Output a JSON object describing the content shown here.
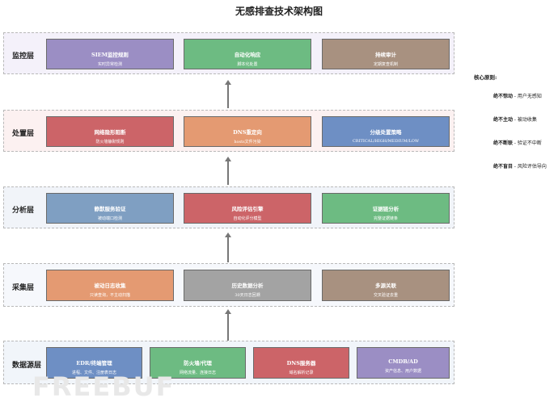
{
  "title": "无感排查技术架构图",
  "layers": [
    {
      "label": "监控层",
      "boxes": [
        {
          "title": "SIEM监控规则",
          "subtitle": "实时异常检测",
          "color": "#9b8ec4"
        },
        {
          "title": "自动化响应",
          "subtitle": "脚本化处置",
          "color": "#6dbb82"
        },
        {
          "title": "持续审计",
          "subtitle": "定期复查机制",
          "color": "#a89180"
        }
      ]
    },
    {
      "label": "处置层",
      "boxes": [
        {
          "title": "网络隐形阻断",
          "subtitle": "防火墙静默规则",
          "color": "#cc6468"
        },
        {
          "title": "DNS重定向",
          "subtitle": "hosts文件污染",
          "color": "#e49a72"
        },
        {
          "title": "分级处置策略",
          "subtitle": "CRITICAL/HIGH/MEDIUM/LOW",
          "color": "#6e8fc4"
        }
      ]
    },
    {
      "label": "分析层",
      "boxes": [
        {
          "title": "静默服务验证",
          "subtitle": "被动端口检测",
          "color": "#7f9fc2"
        },
        {
          "title": "风险评估引擎",
          "subtitle": "自动化评分模型",
          "color": "#cc6468"
        },
        {
          "title": "证据链分析",
          "subtitle": "完整证据链条",
          "color": "#6dbb82"
        }
      ]
    },
    {
      "label": "采集层",
      "boxes": [
        {
          "title": "被动日志收集",
          "subtitle": "只读查询，不主动扫描",
          "color": "#e49a72"
        },
        {
          "title": "历史数据分析",
          "subtitle": "30天日志回溯",
          "color": "#a3a3a3"
        },
        {
          "title": "多源关联",
          "subtitle": "交叉验证去重",
          "color": "#a89180"
        }
      ]
    },
    {
      "label": "数据源层",
      "boxes": [
        {
          "title": "EDR/终端管理",
          "subtitle": "进程、文件、注册表日志",
          "color": "#6e8fc4"
        },
        {
          "title": "防火墙/代理",
          "subtitle": "网络流量、连接日志",
          "color": "#6dbb82"
        },
        {
          "title": "DNS服务器",
          "subtitle": "域名解析记录",
          "color": "#cc6468"
        },
        {
          "title": "CMDB/AD",
          "subtitle": "资产信息、用户数据",
          "color": "#9b8ec4"
        }
      ]
    }
  ],
  "principles": {
    "heading": "核心原则:",
    "items": [
      {
        "key": "绝不惊动",
        "value": "用户无感知"
      },
      {
        "key": "绝不主动",
        "value": "被动收集"
      },
      {
        "key": "绝不断联",
        "value": "验证不中断"
      },
      {
        "key": "绝不盲目",
        "value": "风险评估导向"
      }
    ]
  },
  "watermark": "FREEBUF"
}
